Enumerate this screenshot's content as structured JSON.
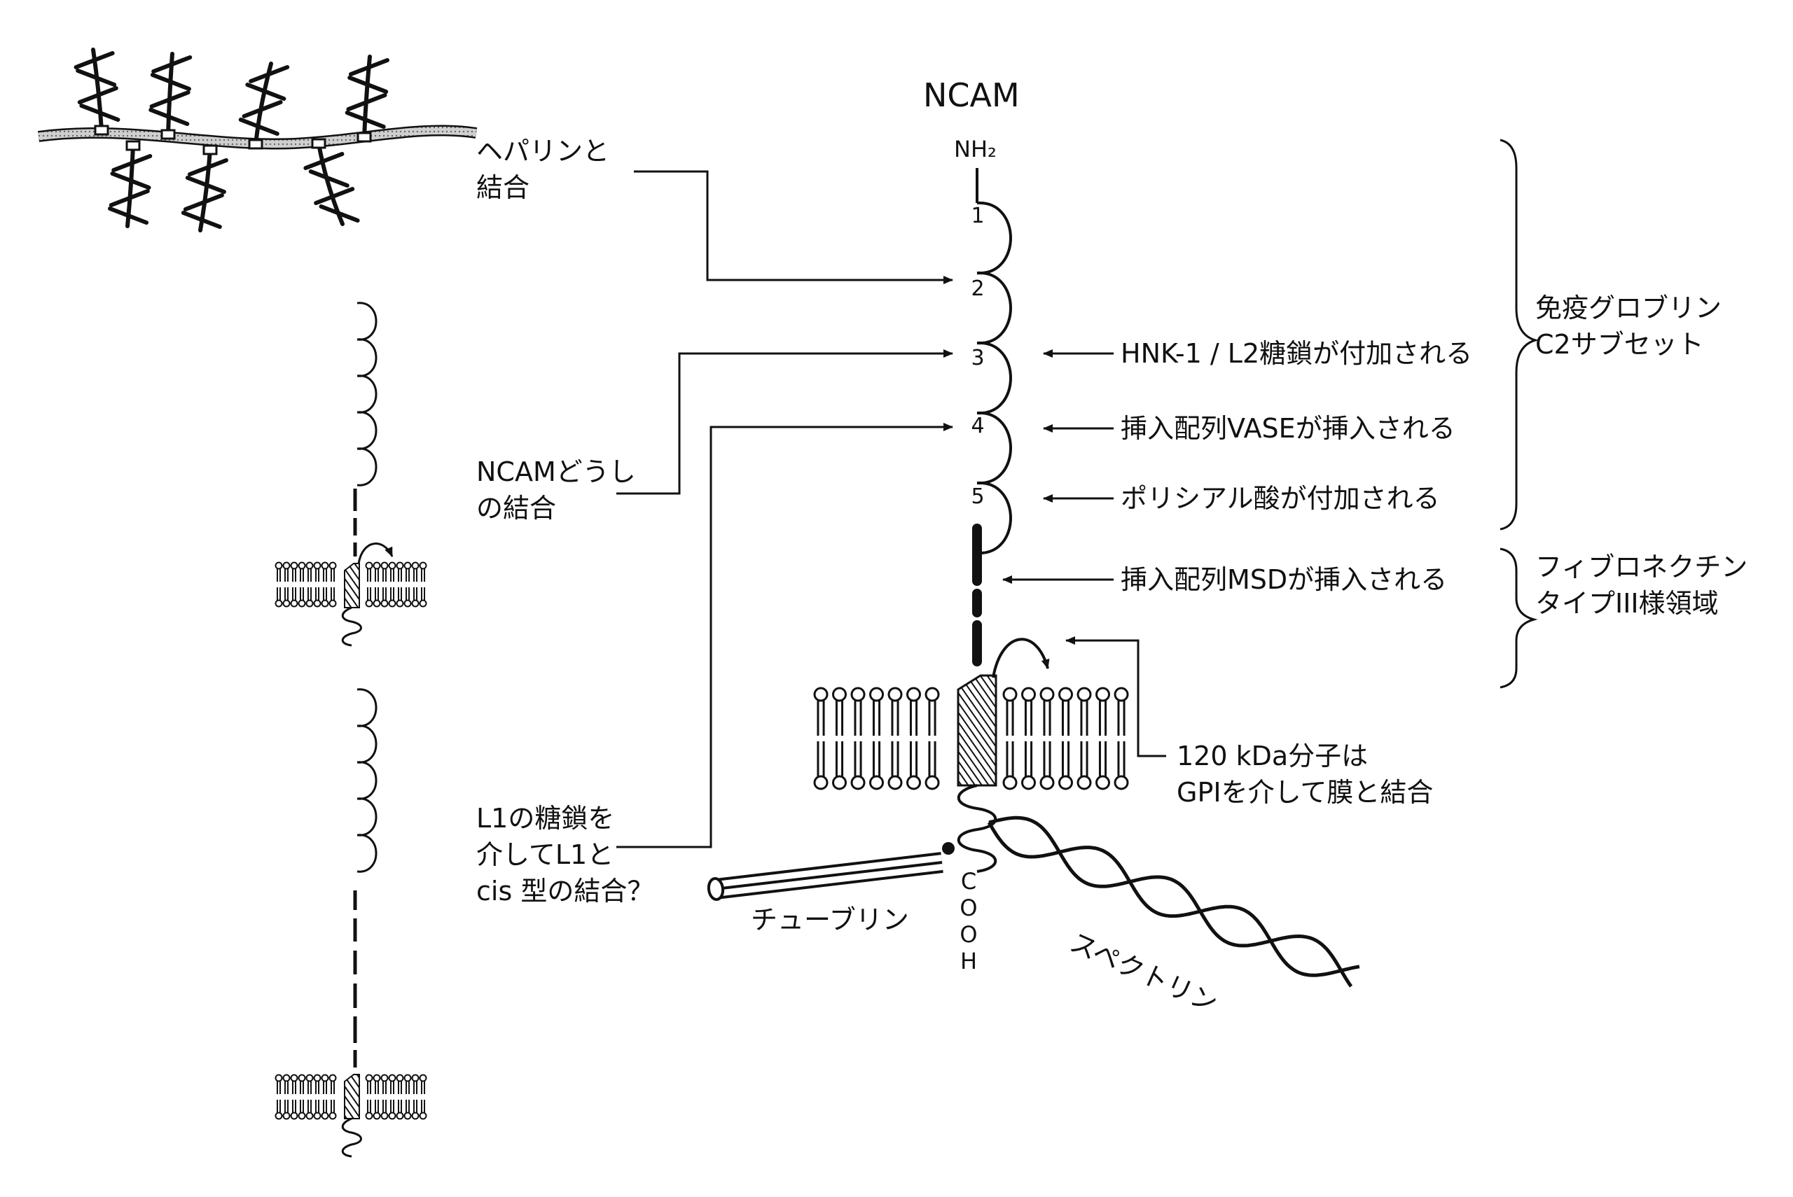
{
  "title": "NCAM",
  "termini": {
    "n_term": "NH₂",
    "c_term": [
      "C",
      "O",
      "O",
      "H"
    ]
  },
  "domains": [
    "1",
    "2",
    "3",
    "4",
    "5"
  ],
  "left_labels": {
    "heparin": [
      "ヘパリンと",
      "結合"
    ],
    "ncam_ncam": [
      "NCAMどうし",
      "の結合"
    ],
    "l1_cis": [
      "L1の糖鎖を",
      "介してL1と",
      "cis 型の結合？"
    ]
  },
  "right_labels": {
    "hnk1": "HNK-1 / L2糖鎖が付加される",
    "vase": "挿入配列VASEが挿入される",
    "polysialic": "ポリシアル酸が付加される",
    "msd": "挿入配列MSDが挿入される",
    "gpi": [
      "120 kDa分子は",
      "GPIを介して膜と結合"
    ]
  },
  "brace_labels": {
    "ig": [
      "免疫グロブリン",
      "C2サブセット"
    ],
    "fn": [
      "フィブロネクチン",
      "タイプIII様領域"
    ]
  },
  "bottom_labels": {
    "tubulin": "チューブリン",
    "spectrin": "スペクトリン"
  }
}
